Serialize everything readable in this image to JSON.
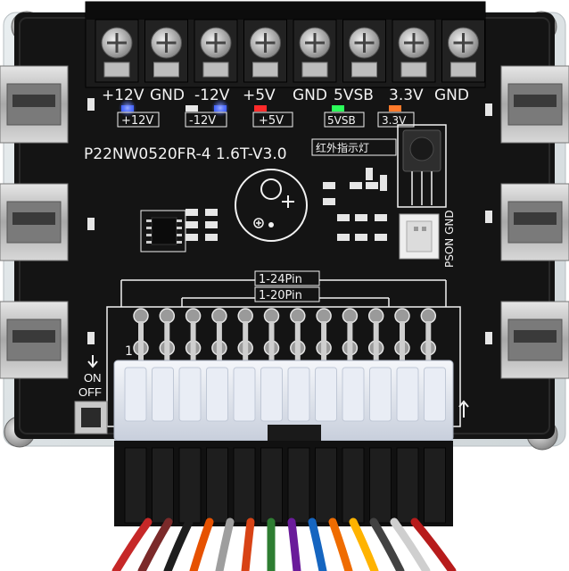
{
  "board": {
    "model": "P22NW0520FR-4 1.6T-V3.0",
    "ir_label": "红外指示灯",
    "rails_top": [
      "+12V",
      "GND",
      "-12V",
      "+5V",
      "GND",
      "5VSB",
      "3.3V",
      "GND"
    ],
    "rail_boxes": [
      "+12V",
      "-12V",
      "+5V",
      "5VSB",
      "3.3V"
    ],
    "pins_24": "1-24Pin",
    "pins_20": "1-20Pin",
    "pson_label": "PSON GND",
    "switch_on": "ON",
    "switch_off": "OFF",
    "pin_one": "1"
  },
  "colors": {
    "pcb": "#141414",
    "led_blue": "#3a5cff",
    "led_red": "#ff2a2a",
    "led_green": "#2bff5a",
    "screw": "#c9c9c9"
  },
  "icons": {
    "switch": "arrow-down-icon",
    "capacitor": "capacitor-icon",
    "ir": "ir-receiver-icon"
  }
}
